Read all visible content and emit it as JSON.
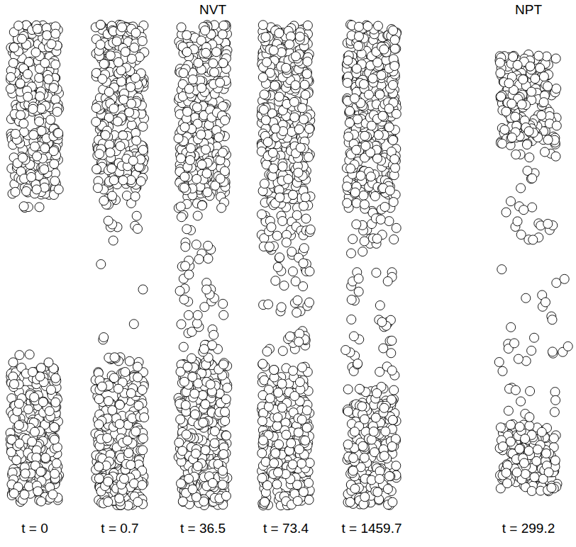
{
  "diagram": {
    "labels": [
      "NVT",
      "NPT",
      "t = 0",
      "t = 0.7",
      "t = 36.5",
      "t = 73.4",
      "t = 1459.7",
      "t = 299.2"
    ]
  }
}
